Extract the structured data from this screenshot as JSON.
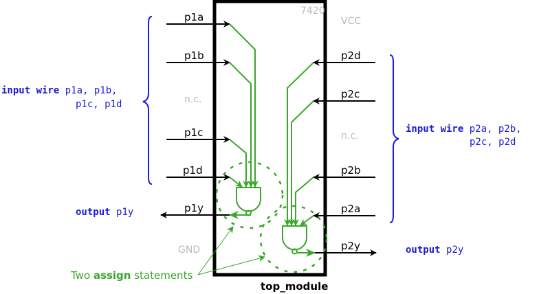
{
  "chip": {
    "part_number": "7420",
    "module_name": "top_module"
  },
  "left_pins": {
    "p1a": "p1a",
    "p1b": "p1b",
    "nc": "n.c.",
    "p1c": "p1c",
    "p1d": "p1d",
    "p1y": "p1y",
    "gnd": "GND"
  },
  "right_pins": {
    "vcc": "VCC",
    "p2d": "p2d",
    "p2c": "p2c",
    "nc": "n.c.",
    "p2b": "p2b",
    "p2a": "p2a",
    "p2y": "p2y"
  },
  "labels": {
    "input_left_kw": "input wire",
    "input_left_line1": "p1a, p1b,",
    "input_left_line2": "p1c, p1d",
    "output_left_kw": "output",
    "output_left_name": "p1y",
    "input_right_kw": "input wire",
    "input_right_line1": "p2a, p2b,",
    "input_right_line2": "p2c, p2d",
    "output_right_kw": "output",
    "output_right_name": "p2y"
  },
  "annotation": {
    "prefix": "Two ",
    "bold": "assign",
    "suffix": " statements"
  },
  "colors": {
    "wire": "#3aa62a",
    "code": "#1a1adb",
    "faint": "#bbbbbb"
  }
}
